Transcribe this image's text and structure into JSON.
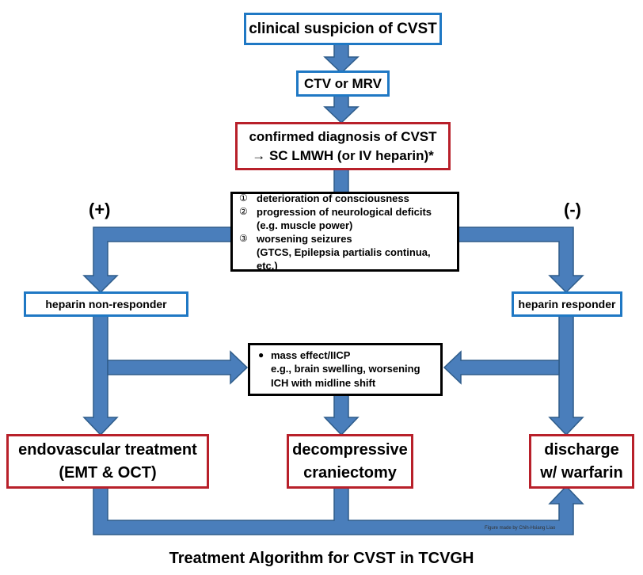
{
  "colors": {
    "arrow_fill": "#4a7ebb",
    "arrow_stroke": "#2e5c8a",
    "blue_border": "#1f78c4",
    "red_border": "#b8202a"
  },
  "nodes": {
    "suspicion": "clinical suspicion of CVST",
    "imaging": "CTV or MRV",
    "diagnosis_line1": "confirmed diagnosis of CVST",
    "diagnosis_line2": "→ SC LMWH (or IV heparin)*",
    "non_responder": "heparin non-responder",
    "responder": "heparin responder",
    "endovascular_line1": "endovascular treatment",
    "endovascular_line2": "(EMT & OCT)",
    "decompressive_line1": "decompressive",
    "decompressive_line2": "craniectomy",
    "discharge_line1": "discharge",
    "discharge_line2": "w/ warfarin"
  },
  "criteria": {
    "items": [
      {
        "marker": "①",
        "text": "deterioration of consciousness"
      },
      {
        "marker": "②",
        "text": "progression of neurological deficits",
        "detail": "(e.g. muscle power)"
      },
      {
        "marker": "③",
        "text": "worsening seizures",
        "detail": "(GTCS, Epilepsia partialis continua, etc.)"
      }
    ]
  },
  "mass_effect": {
    "marker": "●",
    "line1": "mass effect/IICP",
    "line2": "e.g., brain swelling, worsening",
    "line3": "ICH with midline shift"
  },
  "labels": {
    "positive": "(+)",
    "negative": "(-)"
  },
  "credit": "Figure made by Chih-Hsiang Liao",
  "caption": "Treatment Algorithm for CVST in TCVGH"
}
